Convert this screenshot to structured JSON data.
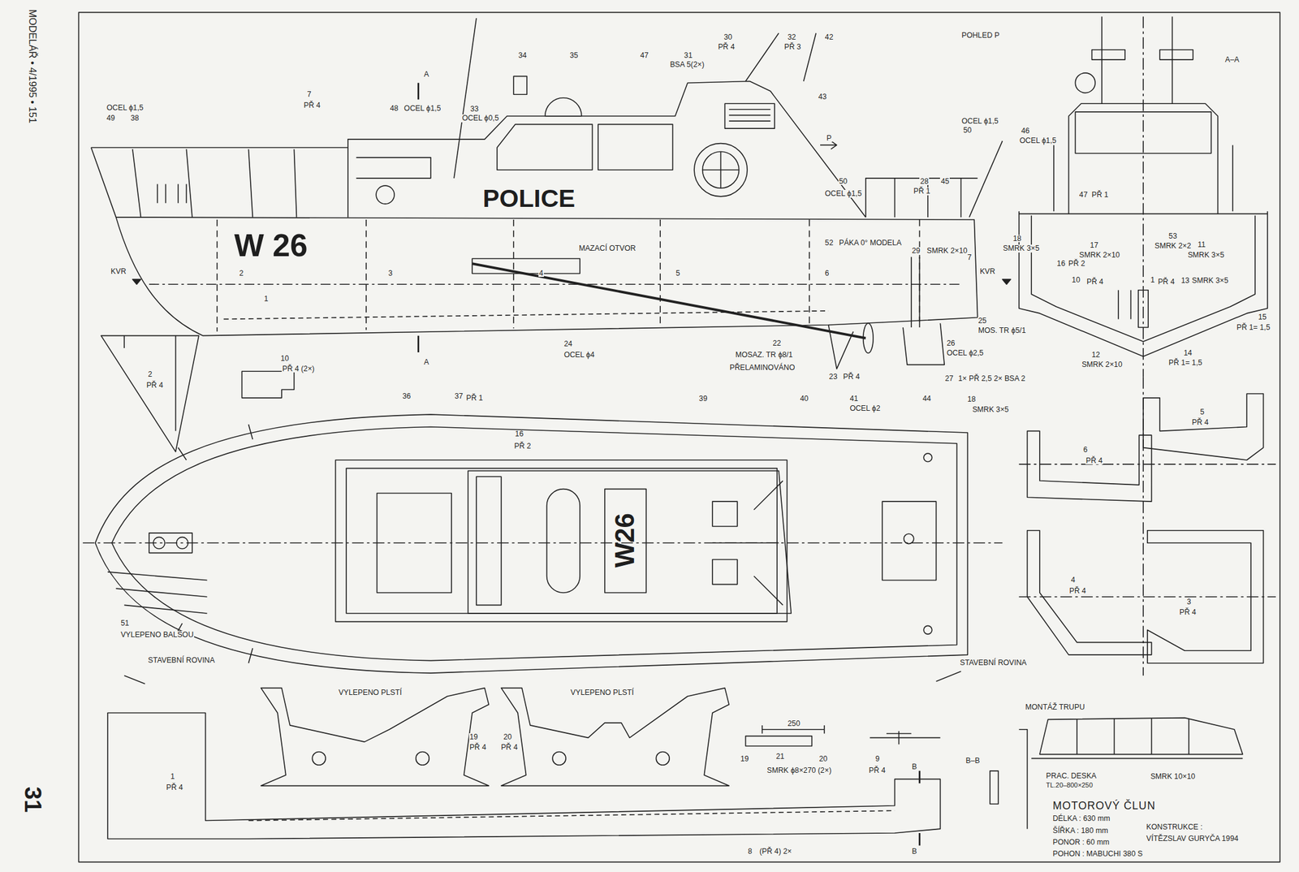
{
  "diagram": {
    "title": "MOTOROVÝ ČLUN",
    "labels": [
      "MODELÁŘ • 4/1995 • 151",
      "31",
      "7",
      "PŘ 4",
      "OCEL ϕ1,5",
      "49",
      "38",
      "48",
      "OCEL ϕ1,5",
      "A",
      "33",
      "OCEL ϕ0,5",
      "34",
      "35",
      "47",
      "30",
      "PŘ 4",
      "31",
      "BSA 5(2×)",
      "32",
      "PŘ 3",
      "42",
      "POLICE",
      "W 26",
      "43",
      "P",
      "POHLED P",
      "OCEL ϕ1,5",
      "50",
      "46",
      "OCEL ϕ1,5",
      "50",
      "OCEL ϕ1,5",
      "28",
      "PŘ 1",
      "45",
      "52",
      "PÁKA 0° MODELA",
      "29",
      "SMRK 2×10",
      "7",
      "KVR",
      "KVR",
      "1",
      "2",
      "3",
      "4",
      "5",
      "6",
      "MAZACÍ OTVOR",
      "25",
      "MOS. TR ϕ5/1",
      "26",
      "OCEL ϕ2,5",
      "27",
      "1× PŘ 2,5 2× BSA 2",
      "22",
      "MOSAZ. TR ϕ8/1",
      "PŘELAMINOVÁNO",
      "24",
      "OCEL ϕ4",
      "23",
      "PŘ 4",
      "2",
      "PŘ 4",
      "10",
      "PŘ 4 (2×)",
      "A",
      "A–A",
      "47",
      "PŘ 1",
      "18",
      "SMRK 3×5",
      "16",
      "PŘ 2",
      "17",
      "SMRK 2×10",
      "53",
      "SMRK 2×2",
      "11",
      "SMRK 3×5",
      "10",
      "PŘ 4",
      "1",
      "PŘ 4",
      "13",
      "SMRK 3×5",
      "15",
      "PŘ 1= 1,5",
      "12",
      "SMRK 2×10",
      "14",
      "PŘ 1= 1,5",
      "36",
      "37",
      "PŘ 1",
      "39",
      "40",
      "41",
      "OCEL ϕ2",
      "44",
      "18",
      "SMRK 3×5",
      "16",
      "PŘ 2",
      "W26",
      "51",
      "VYLEPENO BALSOU",
      "STAVEBNÍ ROVINA",
      "STAVEBNÍ ROVINA",
      "5",
      "PŘ 4",
      "6",
      "PŘ 4",
      "4",
      "PŘ 4",
      "3",
      "PŘ 4",
      "VYLEPENO PLSTÍ",
      "VYLEPENO PLSTÍ",
      "19",
      "PŘ 4",
      "20",
      "PŘ 4",
      "1",
      "PŘ 4",
      "250",
      "19",
      "21",
      "20",
      "SMRK ϕ8×270 (2×)",
      "9",
      "PŘ 4",
      "B",
      "B–B",
      "B",
      "8",
      "(PŘ 4) 2×",
      "MONTÁŽ TRUPU",
      "PRAC. DESKA",
      "TL.20–800×250",
      "SMRK 10×10",
      "DÉLKA : 630 mm",
      "ŠÍŘKA : 180 mm",
      "PONOR : 60 mm",
      "POHON : MABUCHI 380 S",
      "KONSTRUKCE :",
      "VÍTĚZSLAV GURYČA 1994"
    ]
  }
}
